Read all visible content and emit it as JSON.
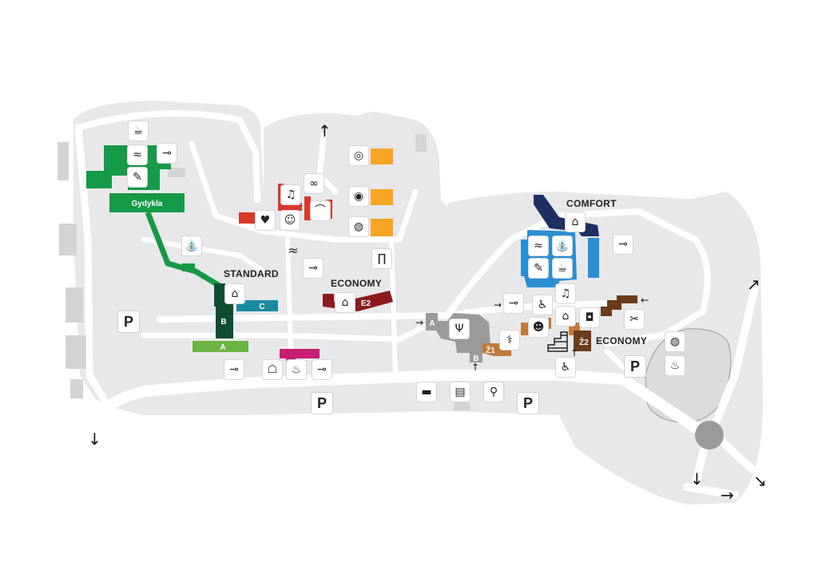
{
  "labels": {
    "comfort": "COMFORT",
    "standard": "STANDARD",
    "economy_left": "ECONOMY",
    "economy_right": "ECONOMY"
  },
  "buildings": {
    "gydykla": "Gydykla",
    "std_a": "A",
    "std_b": "B",
    "std_c": "C",
    "e2": "E2",
    "rest_a": "A",
    "rest_b": "B",
    "z1": "Ž1",
    "z2": "Ž2"
  },
  "parking": {
    "symbol": "P"
  },
  "colors": {
    "background": "#ffffff",
    "ground": "#e8e8ea",
    "road": "#ffffff",
    "green": "#159a47",
    "dark_green": "#0f4d33",
    "light_green": "#6cb544",
    "teal": "#1a8aa0",
    "red": "#d9382b",
    "dark_red": "#8c1b1e",
    "magenta": "#c81e73",
    "orange": "#f6a623",
    "navy": "#1d2f63",
    "blue": "#2a8fd2",
    "gray": "#9a9a9a",
    "brown": "#c07a3a",
    "dark_brown": "#6a3b1c"
  },
  "icons": {
    "cafe": "☕",
    "pool": "≈",
    "smoking": "⊸",
    "massage": "✎",
    "fountain": "⛲",
    "dentist": "♥",
    "kids": "☺",
    "slide": "⌒",
    "karaoke": "♫",
    "glasses": "∞",
    "tennis": "◎",
    "basketball": "◉",
    "volleyball": "◍",
    "gate": "∏",
    "bell": "⌂",
    "reading": "☖",
    "restaurant": "Ψ",
    "medical": "⚕",
    "doctor": "☻",
    "wheelchair": "♿",
    "laundry": "◘",
    "hairdresser": "✂",
    "taxi": "▬",
    "bus": "▤",
    "bike": "⚲",
    "sauna": "♨"
  },
  "arrows": {
    "up": "↑",
    "down": "↓",
    "right": "→",
    "left": "←",
    "ne": "↗",
    "se": "↘"
  }
}
